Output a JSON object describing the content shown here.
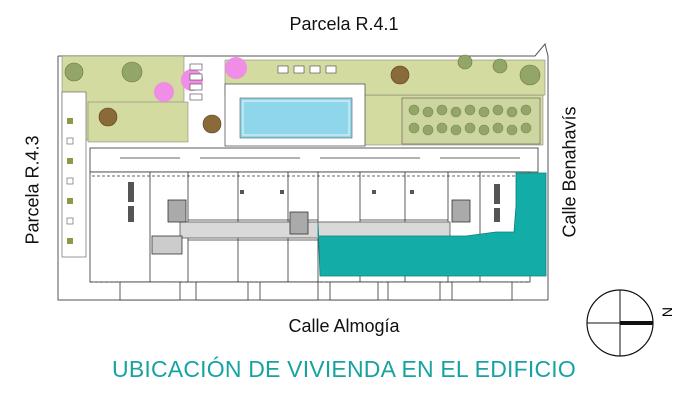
{
  "labels": {
    "north_parcel": "Parcela R.4.1",
    "west_parcel": "Parcela R.4.3",
    "east_street": "Calle Benahavís",
    "south_street": "Calle Almogía"
  },
  "caption": "UBICACIÓN DE VIVIENDA EN EL EDIFICIO",
  "compass": {
    "north_letter": "N"
  },
  "colors": {
    "highlight": "#13ada8",
    "caption": "#19a2a2",
    "garden": "#d4dba0",
    "pool": "#8fd6ea",
    "flowers": "#f08de6",
    "plan_line": "#333333"
  }
}
